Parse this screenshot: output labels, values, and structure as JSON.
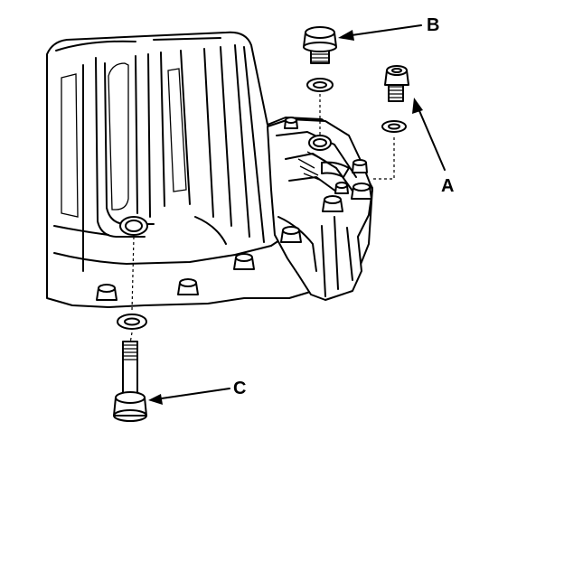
{
  "diagram": {
    "callouts": {
      "a": "A",
      "b": "B",
      "c": "C"
    }
  },
  "colors": {
    "line": "#000000",
    "background": "#ffffff"
  }
}
